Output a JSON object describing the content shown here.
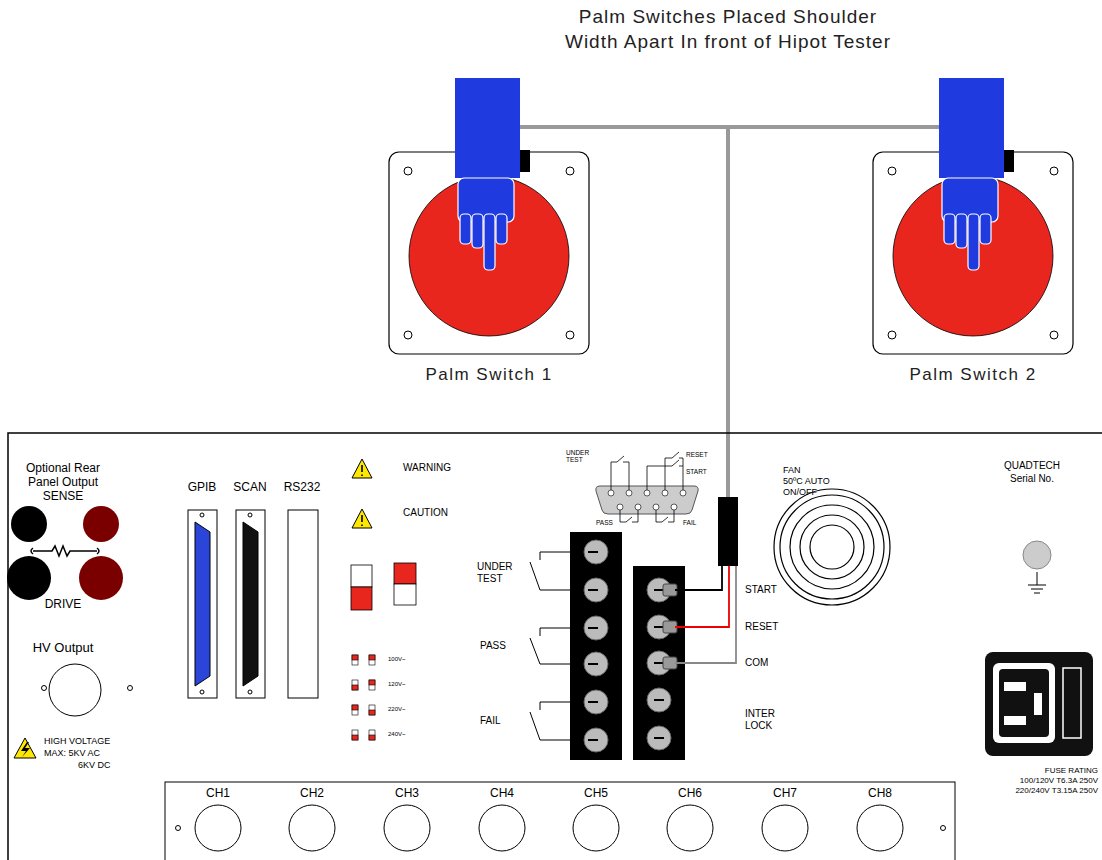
{
  "diagram": {
    "title": "Palm Switches Placed Shoulder Width Apart In front of Hipot Tester",
    "nodes": [
      {
        "text": [
          "Palm Switch 1"
        ]
      },
      {
        "text": [
          "Palm Switch 2"
        ]
      },
      {
        "text": [
          "START",
          "RESET",
          "COM",
          "INTER LOCK"
        ]
      }
    ],
    "edges": [
      {
        "from": 0,
        "to": 2,
        "arrow": "none"
      },
      {
        "from": 1,
        "to": 2,
        "arrow": "none"
      }
    ],
    "labels": [
      "Optional Rear Panel Output",
      "SENSE",
      "DRIVE",
      "HV Output",
      "HIGH VOLTAGE",
      "MAX: 5KV AC",
      "6KV DC",
      "GPIB",
      "SCAN",
      "RS232",
      "WARNING",
      "CAUTION",
      "100V~",
      "120V~",
      "220V~",
      "240V~",
      "UNDER TEST",
      "RESET",
      "START",
      "PASS",
      "FAIL",
      "UNDER TEST",
      "PASS",
      "FAIL",
      "FAN",
      "50ºC AUTO",
      "ON/OFF",
      "QUADTECH",
      "Serial No.",
      "FUSE RATING",
      "100/120V T6.3A 250V",
      "220/240V T3.15A 250V",
      "CH1",
      "CH2",
      "CH3",
      "CH4",
      "CH5",
      "CH6",
      "CH7",
      "CH8"
    ]
  }
}
